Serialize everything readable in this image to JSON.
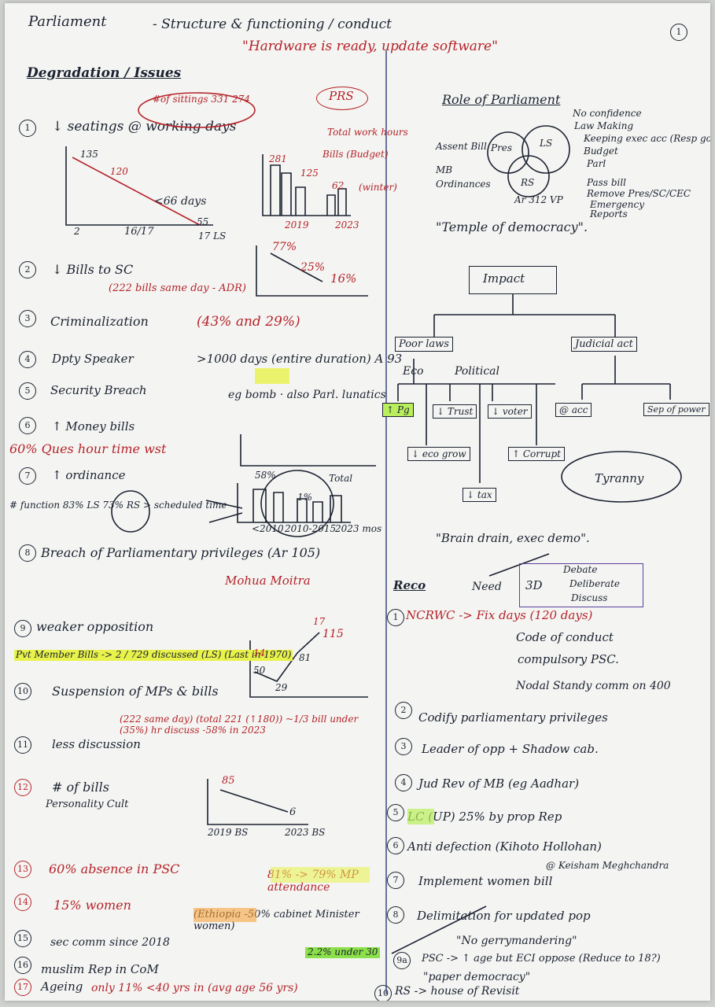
{
  "header": {
    "title": "Parliament",
    "subtitle": "- Structure & functioning / conduct",
    "quote": "\"Hardware is ready, update software\"",
    "page_no": "1"
  },
  "left": {
    "heading": "Degradation / Issues",
    "prs": "PRS",
    "items": [
      {
        "n": "1",
        "text": "↓ seatings @ working days",
        "note": "#of sittings 331 274"
      },
      {
        "n": "2",
        "text": "↓ Bills to SC",
        "note": "(222 bills same day - ADR)"
      },
      {
        "n": "3",
        "text": "Criminalization",
        "note": "(43% and 29%)"
      },
      {
        "n": "4",
        "text": "Dpty Speaker",
        "note": ">1000 days (entire duration) A 93"
      },
      {
        "n": "5",
        "text": "Security Breach",
        "note": "eg bomb · also Parl. lunatics"
      },
      {
        "n": "6",
        "text": "↑ Money bills",
        "note": "60% Ques hour time wst"
      },
      {
        "n": "7",
        "text": "↑ ordinance",
        "note": "# function 83% LS 73% RS > scheduled time"
      },
      {
        "n": "8",
        "text": "Breach of Parliamentary privileges (Ar 105)",
        "note": "Mohua Moitra"
      },
      {
        "n": "9",
        "text": "weaker opposition",
        "note": ""
      },
      {
        "n": "10",
        "text": "Suspension of MPs & bills",
        "note": ""
      },
      {
        "n": "11",
        "text": "less discussion",
        "note": "(222 same day) (total 221 (↑180)) ~1/3 bill under (35%) hr discuss -58% in 2023"
      },
      {
        "n": "12",
        "text": "# of bills",
        "note": "Personality Cult"
      },
      {
        "n": "13",
        "text": "60% absence in PSC",
        "note": "81% -> 79% MP attendance"
      },
      {
        "n": "14",
        "text": "15% women",
        "note": "(Ethiopia -50% cabinet Minister women)"
      },
      {
        "n": "15",
        "text": "sec comm since 2018",
        "note": ""
      },
      {
        "n": "16",
        "text": "muslim Rep in CoM",
        "note": "2.2% under 30"
      },
      {
        "n": "17",
        "text": "Ageing",
        "note": "only 11% <40 yrs in (avg age 56 yrs)"
      }
    ],
    "pvt_bills": "Pvt Member Bills -> 2 / 729 discussed (LS) (Last in 1970)",
    "chart1": {
      "labels": [
        "135",
        "120",
        "<66 days",
        "55",
        "2",
        "16/17",
        "17 LS"
      ]
    },
    "chart2": {
      "labels": [
        "281",
        "125",
        "62",
        "Total work hours",
        "Bills (Budget)",
        "(winter)",
        "2019",
        "2023"
      ]
    },
    "chart3": {
      "labels": [
        "77%",
        "25%",
        "16%"
      ]
    },
    "chart4": {
      "labels": [
        "58%",
        "1%",
        "Total",
        "<2010",
        "2010-2015",
        "2023 mos"
      ]
    },
    "chart5": {
      "labels": [
        "50",
        "29",
        "81",
        "115",
        "14",
        "17"
      ]
    },
    "chart6": {
      "labels": [
        "85",
        "6",
        "2019 BS",
        "2023 BS"
      ]
    }
  },
  "right": {
    "role_heading": "Role of Parliament",
    "venn": {
      "pres": "Pres",
      "ls": "LS",
      "rs": "RS",
      "left_notes": [
        "Assent Bill",
        "MB",
        "Ordinances"
      ],
      "right_notes": [
        "No confidence",
        "Law Making",
        "Keeping exec acc (Resp govt)",
        "Budget",
        "Parl",
        "Pass bill",
        "Remove Pres/SC/CEC",
        "Emergency",
        "Reports"
      ],
      "bottom": "Ar 312 VP"
    },
    "temple": "\"Temple of democracy\".",
    "impact": "Impact",
    "poor_laws": "Poor laws",
    "judicial": "Judicial act",
    "eco": "Eco",
    "political": "Political",
    "nodes": [
      "↑ Pg",
      "↓ Trust",
      "↓ voter",
      "↓ eco grow",
      "↑ Corrupt",
      "↓ tax",
      "@ acc",
      "Sep of power"
    ],
    "tyranny": "Tyranny",
    "brain": "\"Brain drain, exec demo\".",
    "reco": "Reco",
    "need": "Need",
    "three_d": "3D",
    "three_d_items": [
      "Debate",
      "Deliberate",
      "Discuss"
    ],
    "recos": [
      {
        "n": "1",
        "text": "NCRWC -> Fix days (120 days)"
      },
      {
        "n": "",
        "text": "Code of conduct"
      },
      {
        "n": "",
        "text": "compulsory PSC."
      },
      {
        "n": "",
        "text": "Nodal Standy comm on 400"
      },
      {
        "n": "2",
        "text": "Codify parliamentary privileges"
      },
      {
        "n": "3",
        "text": "Leader of opp + Shadow cab."
      },
      {
        "n": "4",
        "text": "Jud Rev of MB (eg Aadhar)"
      },
      {
        "n": "5",
        "text": "LC (UP) 25% by prop Rep"
      },
      {
        "n": "6",
        "text": "Anti defection (Kihoto Hollohan)"
      },
      {
        "n": "",
        "text": "@ Keisham Meghchandra"
      },
      {
        "n": "7",
        "text": "Implement women bill"
      },
      {
        "n": "8",
        "text": "Delimitation for updated pop"
      },
      {
        "n": "",
        "text": "\"No gerrymandering\""
      },
      {
        "n": "9a",
        "text": "PSC -> ↑ age but ECI oppose (Reduce to 18?)"
      },
      {
        "n": "",
        "text": "\"paper democracy\""
      },
      {
        "n": "10",
        "text": "RS -> house of Revisit"
      }
    ]
  }
}
